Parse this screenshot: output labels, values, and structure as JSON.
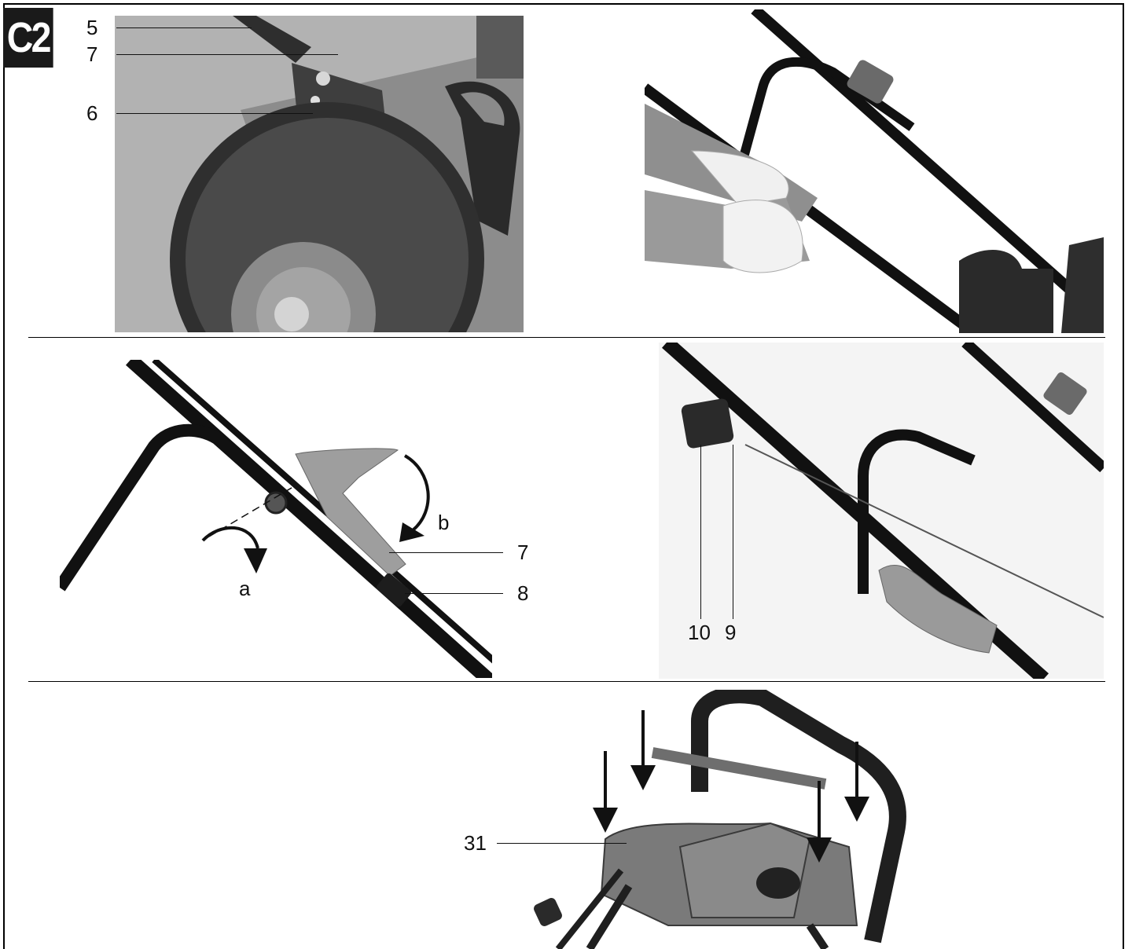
{
  "figure": {
    "badge": "C2",
    "top_left": {
      "callouts": [
        "5",
        "7",
        "6"
      ]
    },
    "middle_left": {
      "callouts": [
        "b",
        "7",
        "a",
        "8"
      ]
    },
    "middle_right": {
      "callouts": [
        "10",
        "9"
      ]
    },
    "bottom": {
      "callouts": [
        "31"
      ]
    }
  },
  "colors": {
    "ink": "#111111",
    "badge_bg": "#1a1a1a",
    "photo_mid": "#8a8a8a",
    "photo_dark": "#3a3a3a"
  }
}
